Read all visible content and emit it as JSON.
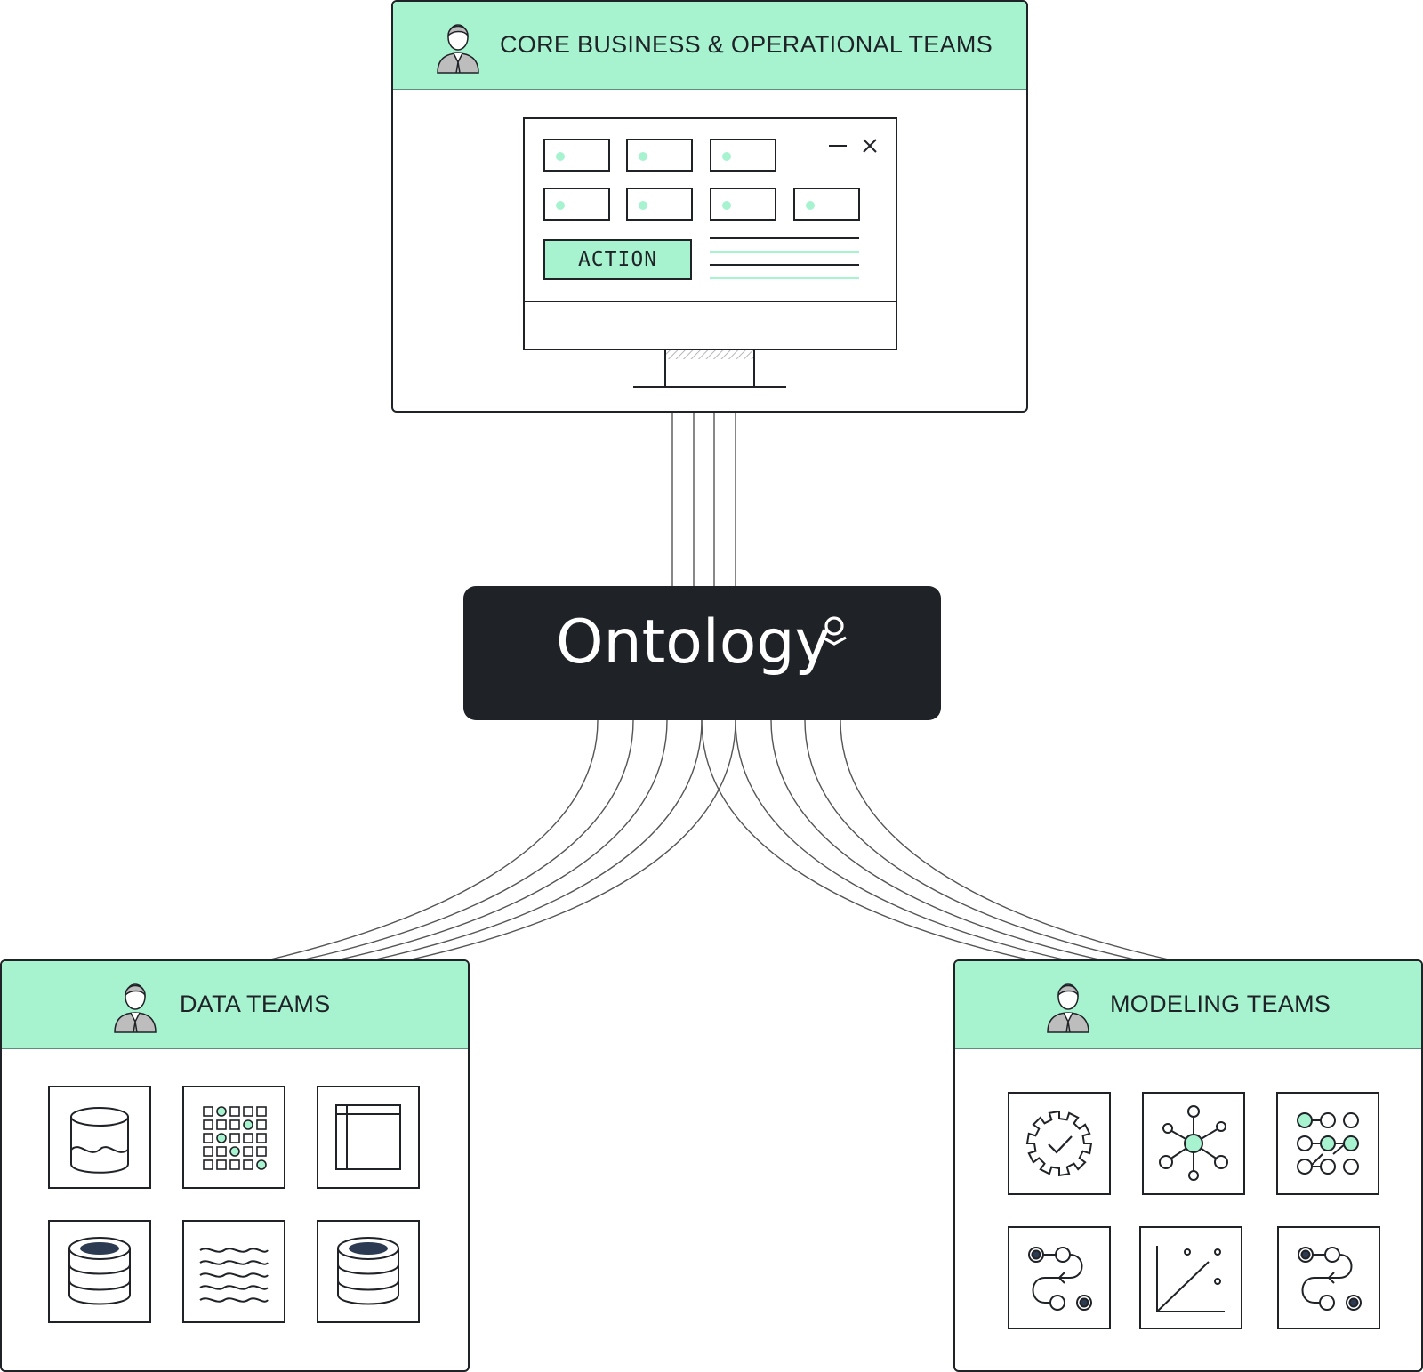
{
  "top_panel": {
    "title": "CORE BUSINESS & OPERATIONAL TEAMS",
    "icon": "user-avatar-icon"
  },
  "app_window": {
    "action_label": "ACTION",
    "controls": [
      "minimize-icon",
      "close-icon"
    ]
  },
  "center": {
    "label": "Ontology",
    "icon": "palantir-logo-icon"
  },
  "left_panel": {
    "title": "DATA TEAMS",
    "icon": "user-avatar-icon",
    "tiles": [
      "data-lake-icon",
      "dot-matrix-icon",
      "table-icon",
      "database-icon",
      "stream-icon",
      "database-icon"
    ]
  },
  "right_panel": {
    "title": "MODELING TEAMS",
    "icon": "user-avatar-icon",
    "tiles": [
      "gear-check-icon",
      "network-hub-icon",
      "node-graph-icon",
      "workflow-icon",
      "scatter-trend-icon",
      "workflow-icon"
    ]
  },
  "colors": {
    "accent": "#a7f3d0",
    "ink": "#1f2226",
    "wire": "#555555"
  }
}
